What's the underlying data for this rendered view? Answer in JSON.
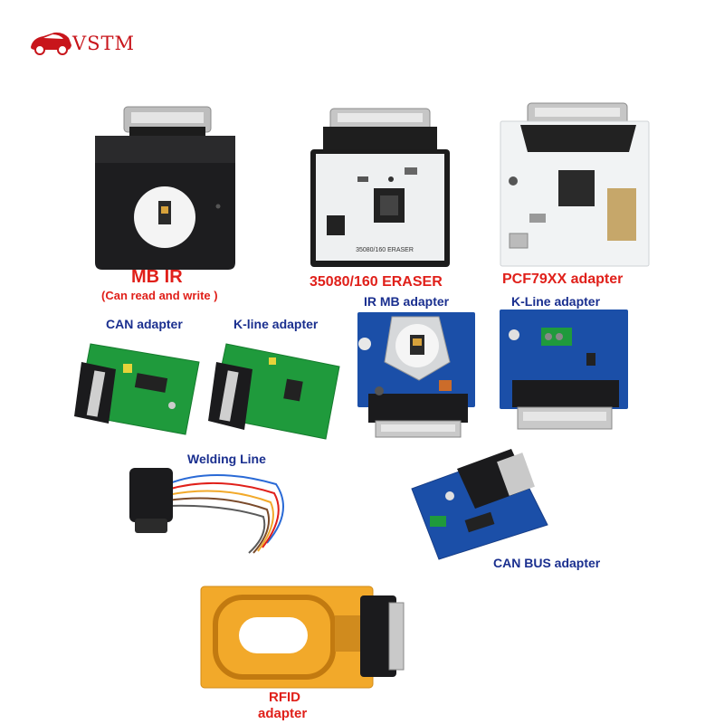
{
  "brand": {
    "logo_text": "VSTM"
  },
  "products": [
    {
      "label": "MB IR",
      "sublabel": "(Can read and write )"
    },
    {
      "label": "35080/160 ERASER",
      "board_text": "35080/160 ERASER"
    },
    {
      "label": "PCF79XX adapter"
    },
    {
      "label": "CAN adapter"
    },
    {
      "label": "K-line adapter"
    },
    {
      "label": "IR MB adapter"
    },
    {
      "label": "K-Line adapter"
    },
    {
      "label": "Welding Line"
    },
    {
      "label": "CAN BUS adapter"
    },
    {
      "label": "RFID",
      "label2": "adapter"
    }
  ],
  "colors": {
    "label_red": "#e0201a",
    "label_blue": "#1a2f8f",
    "pcb_green": "#1f9a3c",
    "pcb_blue": "#1b4fa8",
    "pcb_white": "#f2f4f5",
    "pcb_yellow": "#f2a92a",
    "connector_black": "#1b1b1d",
    "metal": "#c9c9c9"
  }
}
